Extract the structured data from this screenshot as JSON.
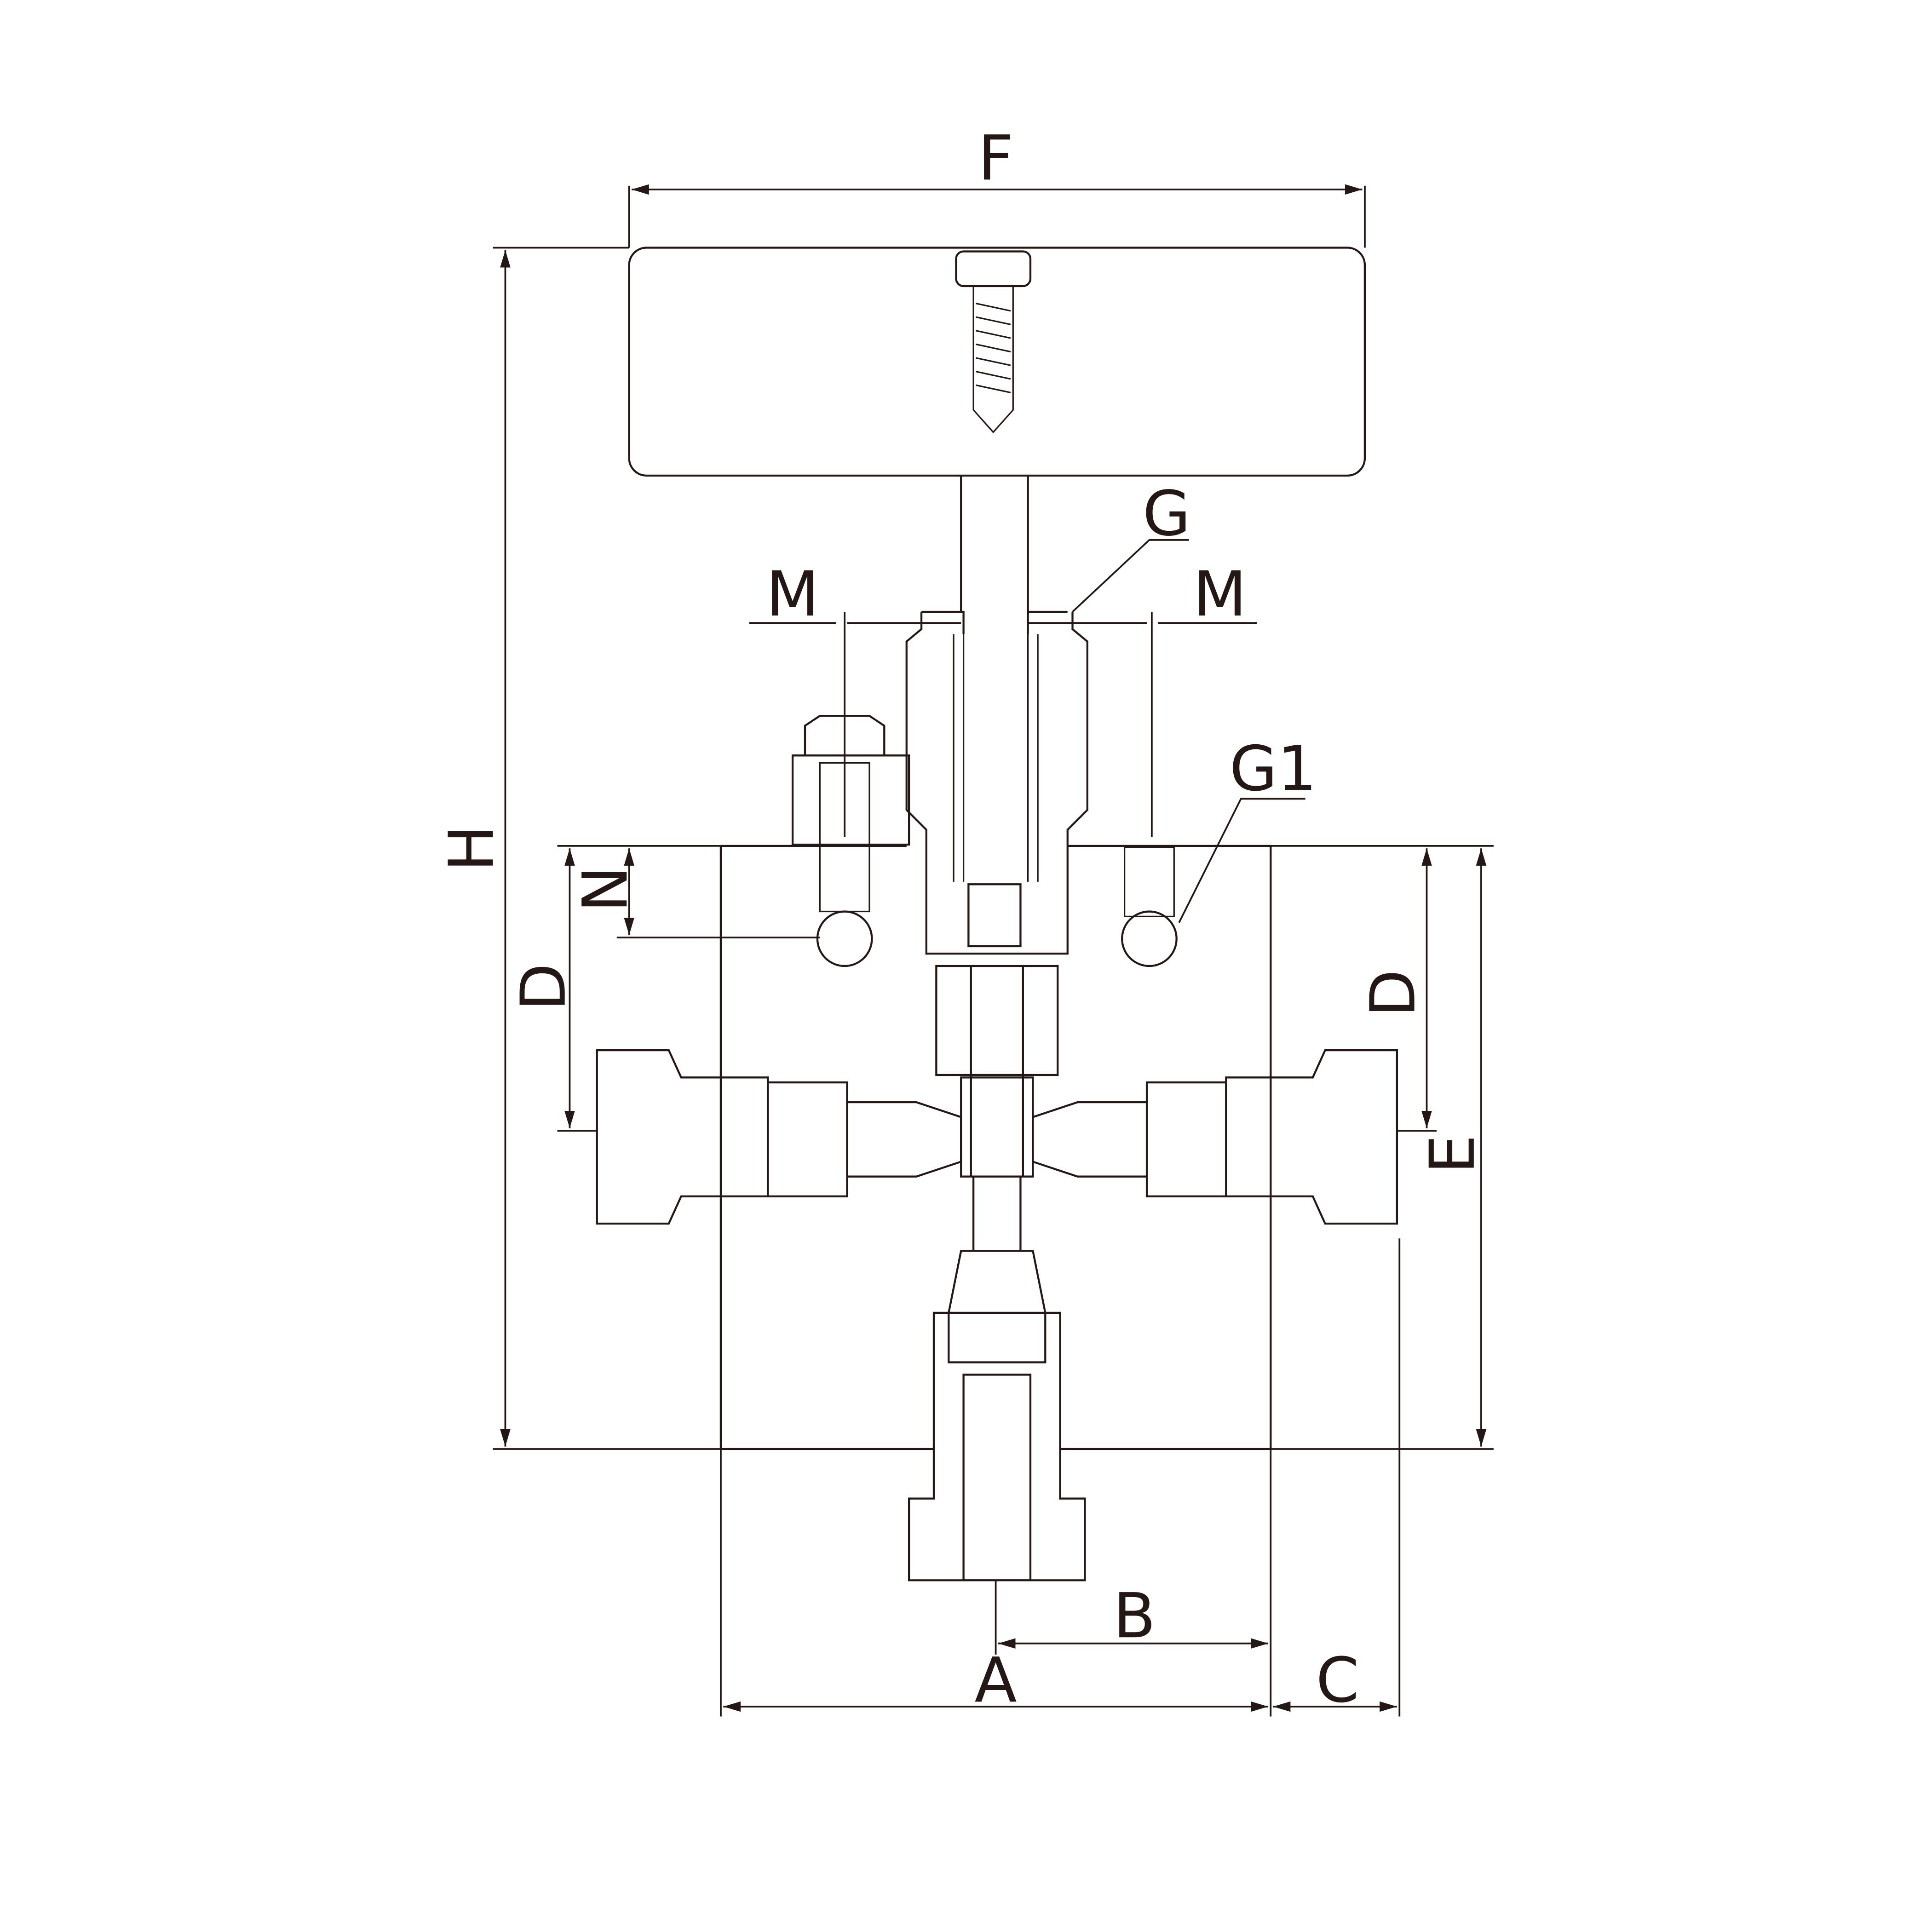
{
  "title": "Manifold valve dimension drawing",
  "labels": {
    "F": "F",
    "G": "G",
    "M_left": "M",
    "M_right": "M",
    "G1": "G1",
    "H": "H",
    "N": "N",
    "D_left": "D",
    "D_right": "D",
    "E": "E",
    "A": "A",
    "B": "B",
    "C": "C"
  },
  "colors": {
    "line": "#231815",
    "background": "#ffffff"
  }
}
